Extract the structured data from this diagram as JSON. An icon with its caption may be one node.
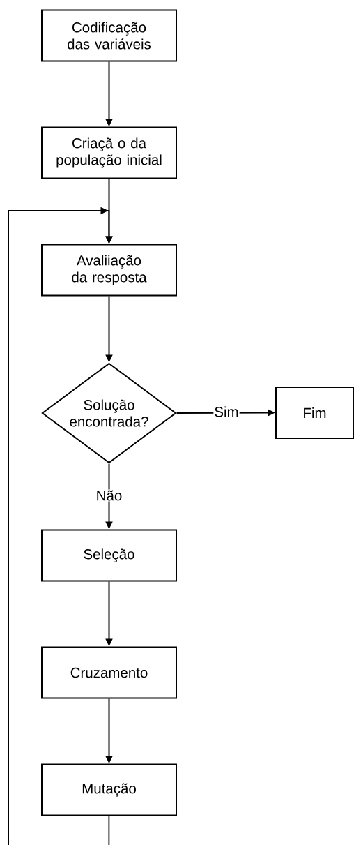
{
  "diagram": {
    "nodes": [
      {
        "text": [
          "Codificação das variáveis"
        ]
      },
      {
        "text": [
          "Criaçã o da população inicial"
        ]
      },
      {
        "text": [
          "Avaliiação da resposta"
        ]
      },
      {
        "text": [
          "Solução encontrada?"
        ]
      },
      {
        "text": [
          "Fim"
        ]
      },
      {
        "text": [
          "Seleção"
        ]
      },
      {
        "text": [
          "Cruzamento"
        ]
      },
      {
        "text": [
          "Mutação"
        ]
      }
    ],
    "edges": [
      {
        "from": 0,
        "to": 1,
        "arrow": "to"
      },
      {
        "from": 1,
        "to": 2,
        "arrow": "to"
      },
      {
        "from": 2,
        "to": 3,
        "arrow": "to"
      },
      {
        "from": 3,
        "to": 4,
        "arrow": "to",
        "label": "Sim"
      },
      {
        "from": 3,
        "to": 5,
        "arrow": "to",
        "label": "Não"
      },
      {
        "from": 5,
        "to": 6,
        "arrow": "to"
      },
      {
        "from": 6,
        "to": 7,
        "arrow": "to"
      },
      {
        "from": 7,
        "to": 2,
        "arrow": "to"
      }
    ]
  }
}
